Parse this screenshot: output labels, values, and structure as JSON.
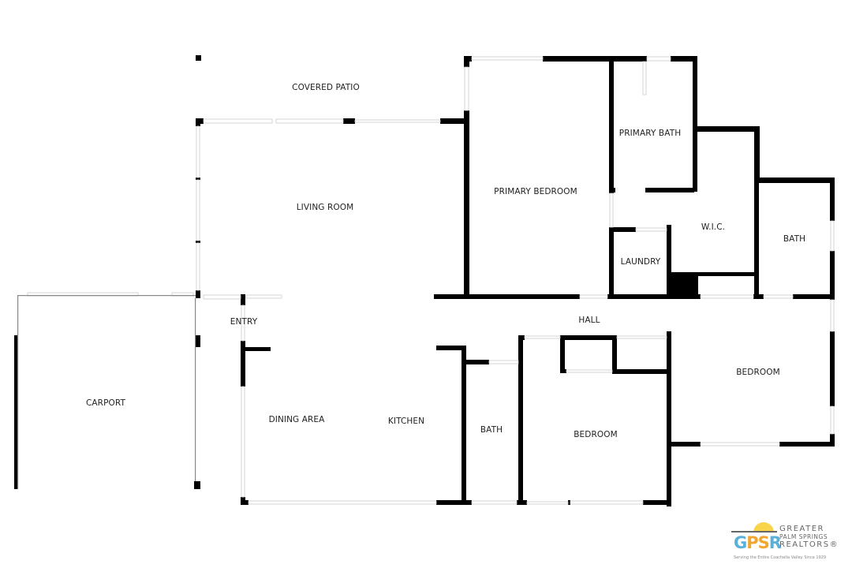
{
  "rooms": {
    "covered_patio": "COVERED PATIO",
    "living_room": "LIVING ROOM",
    "primary_bedroom": "PRIMARY BEDROOM",
    "primary_bath": "PRIMARY BATH",
    "wic": "W.I.C.",
    "bath_east": "BATH",
    "laundry": "LAUNDRY",
    "entry": "ENTRY",
    "hall": "HALL",
    "bedroom_east": "BEDROOM",
    "carport": "CARPORT",
    "dining_area": "DINING AREA",
    "kitchen": "KITCHEN",
    "bath_south": "BATH",
    "bedroom_south": "BEDROOM"
  },
  "logo": {
    "acronym": "GPSR",
    "line1": "GREATER",
    "line2": "PALM SPRINGS",
    "line3": "REALTORS®",
    "tagline": "Serving the Entire Coachella Valley Since 1929",
    "colors": {
      "sun": "#f7d44a",
      "orange": "#f2a531",
      "blue": "#5bb0d9",
      "gray": "#666666"
    }
  },
  "colors": {
    "wall": "#000000",
    "window": "#cccccc",
    "background": "#ffffff"
  }
}
